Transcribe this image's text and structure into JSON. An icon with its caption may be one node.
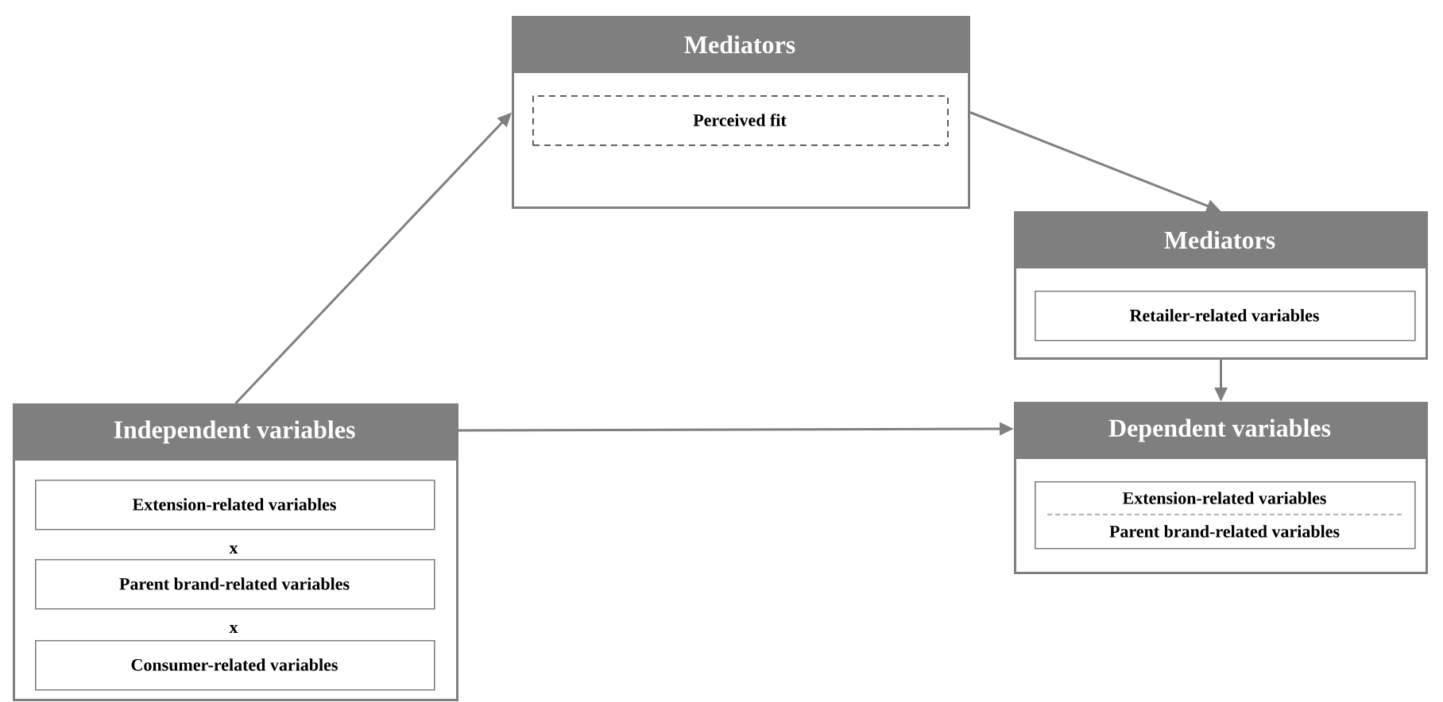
{
  "diagram": {
    "nodes": [
      {
        "text": [
          "Mediators"
        ]
      },
      {
        "text": [
          "Perceived fit"
        ],
        "in": 0
      },
      {
        "text": [
          "Mediators"
        ]
      },
      {
        "text": [
          "Retailer-related variables"
        ],
        "in": 2
      },
      {
        "text": [
          "Independent variables"
        ]
      },
      {
        "text": [
          "Extension-related variables"
        ],
        "in": 4
      },
      {
        "text": [
          "Parent brand-related variables"
        ],
        "in": 4
      },
      {
        "text": [
          "Consumer-related variables"
        ],
        "in": 4
      },
      {
        "text": [
          "Dependent variables"
        ]
      },
      {
        "text": [
          "Extension-related variables",
          "Parent brand-related variables"
        ],
        "in": 8
      }
    ],
    "edges": [
      {
        "from": 4,
        "to": 0,
        "arrow": "to"
      },
      {
        "from": 0,
        "to": 2,
        "arrow": "to"
      },
      {
        "from": 2,
        "to": 8,
        "arrow": "to"
      },
      {
        "from": 4,
        "to": 8,
        "arrow": "to"
      }
    ],
    "labels": [
      "x",
      "x"
    ]
  }
}
